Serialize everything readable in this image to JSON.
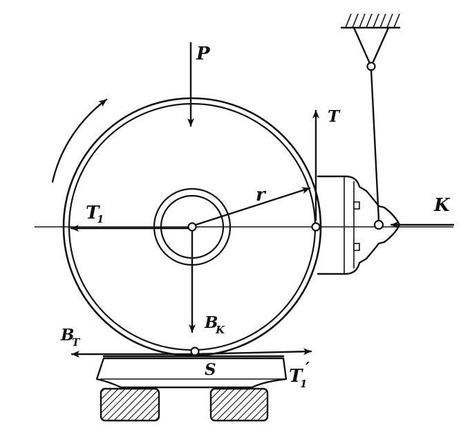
{
  "labels": {
    "P": "P",
    "T": "T",
    "r": "r",
    "K": "K",
    "T1_main": "T",
    "T1_sub": "1",
    "BK_main": "B",
    "BK_sub": "K",
    "BT_main": "B",
    "BT_sub": "T",
    "S": "S",
    "T1p_main": "T",
    "T1p_sub": "1",
    "T1p_prime": "′"
  }
}
